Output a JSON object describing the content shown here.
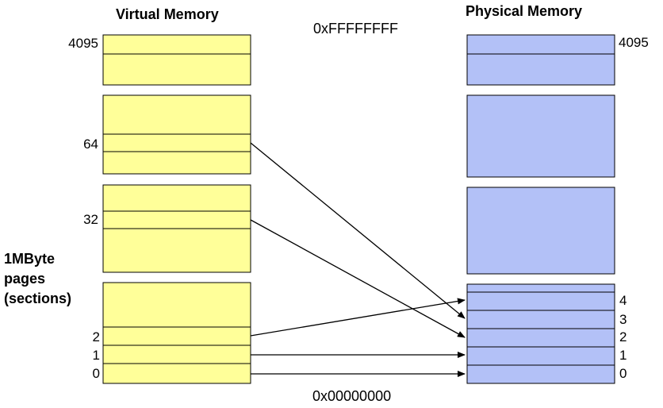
{
  "titles": {
    "virtual": "Virtual Memory",
    "physical": "Physical Memory"
  },
  "addresses": {
    "top": "0xFFFFFFFF",
    "bottom": "0x00000000"
  },
  "side_note": "1MByte\npages\n(sections)",
  "virtual_labels": {
    "p4095": "4095",
    "p64": "64",
    "p32": "32",
    "p2": "2",
    "p1": "1",
    "p0": "0"
  },
  "physical_labels": {
    "p4095": "4095",
    "p4": "4",
    "p3": "3",
    "p2": "2",
    "p1": "1",
    "p0": "0"
  },
  "colors": {
    "virtual_fill": "#ffff99",
    "physical_fill": "#b3c1f7",
    "stroke": "#000000"
  },
  "mappings": [
    {
      "from": "64",
      "to": "3"
    },
    {
      "from": "32",
      "to": "2"
    },
    {
      "from": "2",
      "to": "4"
    },
    {
      "from": "1",
      "to": "1"
    },
    {
      "from": "0",
      "to": "0"
    }
  ]
}
